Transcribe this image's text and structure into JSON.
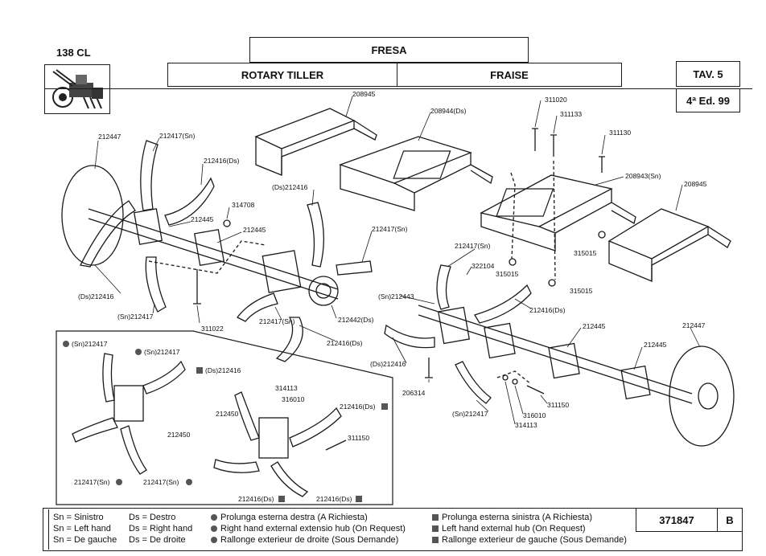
{
  "header": {
    "model": "138 CL",
    "title_it": "FRESA",
    "title_en": "ROTARY TILLER",
    "title_fr": "FRAISE",
    "table": "TAV. 5",
    "edition": "4ª Ed. 99"
  },
  "labels": {
    "p208945a": "208945",
    "p208944": "208944(Ds)",
    "p311020": "311020",
    "p311133": "311133",
    "p311130": "311130",
    "p208943": "208943(Sn)",
    "p208945b": "208945",
    "p212447a": "212447",
    "p212417sn_a": "212417(Sn)",
    "p212416ds_a": "212416(Ds)",
    "p314708": "314708",
    "p212445a": "212445",
    "p212445b": "212445",
    "p212416ds_b": "(Ds)212416",
    "p212417sn_b": "212417(Sn)",
    "p212417sn_c": "212417(Sn)",
    "p322104": "322104",
    "p315015a": "315015",
    "p315015b": "315015",
    "p315015c": "315015",
    "p212416ds_c": "(Ds)212416",
    "p212417sn_d": "(Sn)212417",
    "p311022": "311022",
    "p212417sn_e": "212417(Sn)",
    "p212442": "212442(Ds)",
    "p212416ds_d": "212416(Ds)",
    "p212443": "(Sn)212443",
    "p212416ds_e": "212416(Ds)",
    "p212445c": "212445",
    "p212447b": "212447",
    "p212445d": "212445",
    "p212416ds_f": "(Ds)212416",
    "p206314": "206314",
    "p311150a": "311150",
    "p316010a": "316010",
    "p212417sn_f": "(Sn)212417",
    "p314113a": "314113",
    "i212417a": "(Sn)212417",
    "i212417b": "(Sn)212417",
    "i212416a": "(Ds)212416",
    "i212450a": "212450",
    "i212417c": "212417(Sn)",
    "i212417d": "212417(Sn)",
    "i314113": "314113",
    "i316010": "316010",
    "i212450b": "212450",
    "i212416b": "212416(Ds)",
    "i311150": "311150",
    "i212416c": "212416(Ds)",
    "i212416d": "212416(Ds)"
  },
  "legend": {
    "col1": [
      "Sn = Sinistro",
      "Sn = Left hand",
      "Sn = De gauche"
    ],
    "col2": [
      "Ds = Destro",
      "Ds = Right hand",
      "Ds = De droite"
    ],
    "right_hub": [
      "Prolunga esterna destra (A Richiesta)",
      "Right hand external extensio hub (On Request)",
      "Rallonge exterieur de droite (Sous Demande)"
    ],
    "left_hub": [
      "Prolunga esterna sinistra (A Richiesta)",
      "Left hand external hub (On Request)",
      "Rallonge exterieur de gauche (Sous Demande)"
    ],
    "code": "371847",
    "rev": "B"
  },
  "colors": {
    "ink": "#1a1a1a",
    "marker": "#555555"
  }
}
